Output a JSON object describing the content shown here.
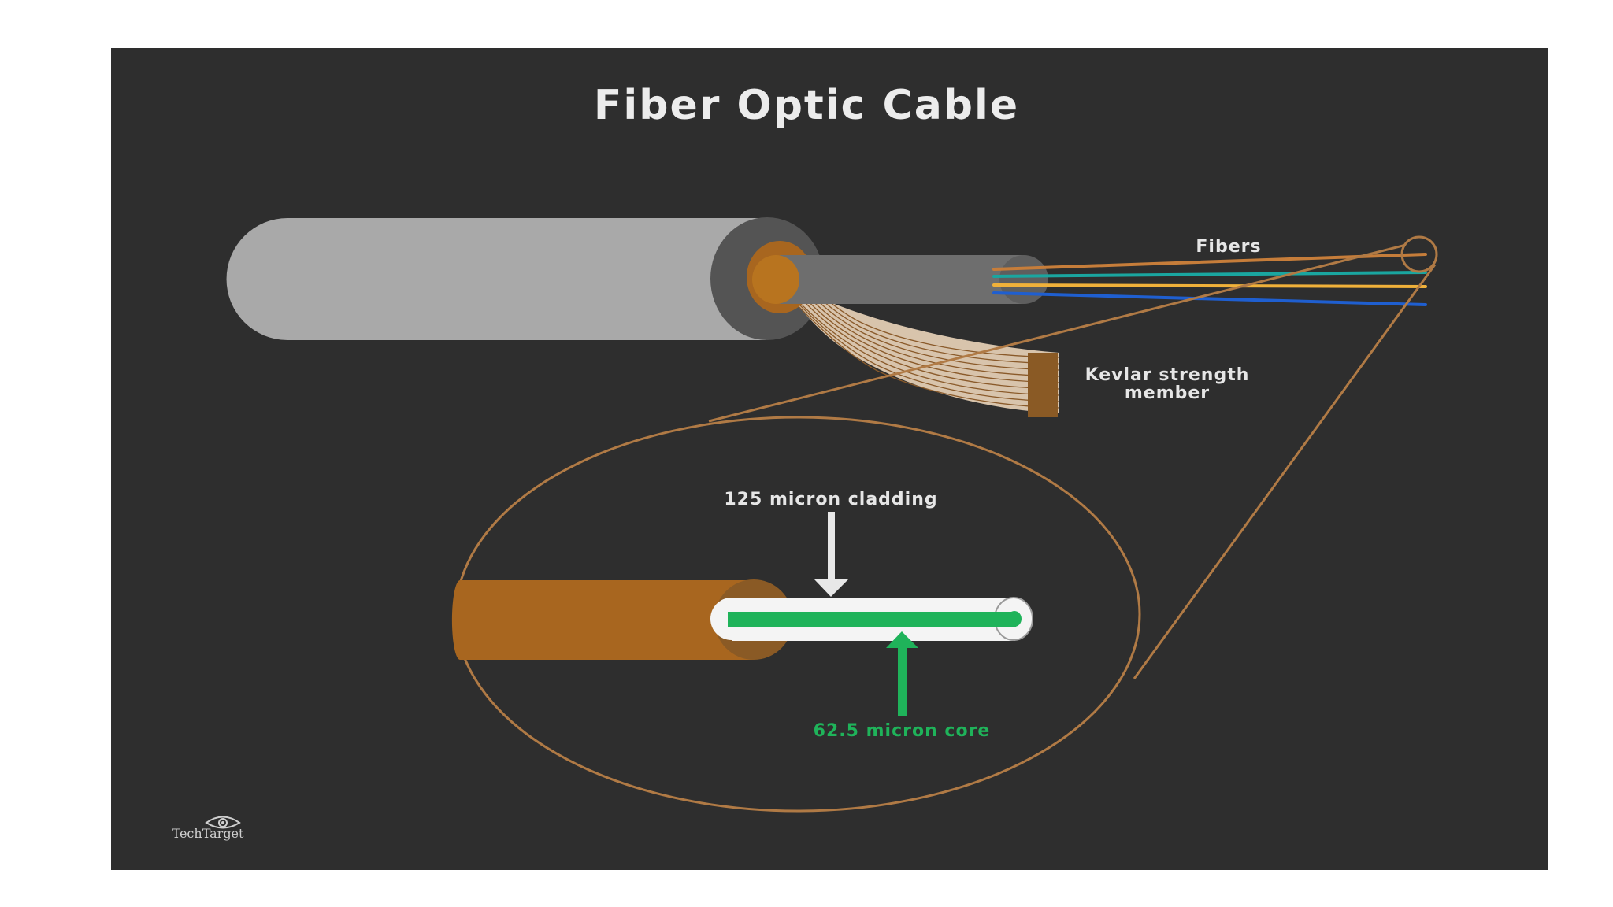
{
  "title": "Fiber Optic Cable",
  "labels": {
    "fibers": "Fibers",
    "kevlar_line1": "Kevlar strength",
    "kevlar_line2": "member",
    "cladding": "125 micron cladding",
    "core": "62.5 micron core"
  },
  "logo": {
    "text": "TechTarget",
    "icon": "eye-icon"
  },
  "colors": {
    "background": "#2e2e2e",
    "jacket": "#a9a9a9",
    "buffer": "#6e6e6e",
    "kevlar": "#a8661f",
    "outline": "#b07a45",
    "core": "#1fb35a",
    "fiber_teal": "#1aa6a0",
    "fiber_blue": "#1f5fd0",
    "fiber_yellow": "#f0b13a",
    "fiber_orange": "#c67d3a"
  }
}
